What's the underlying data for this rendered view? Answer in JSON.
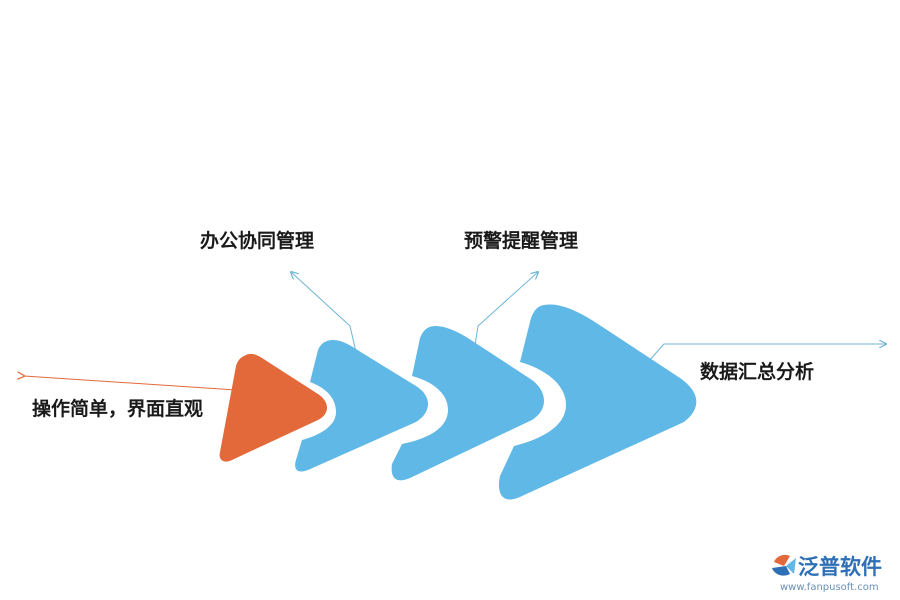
{
  "diagram": {
    "labels": {
      "orange": "操作简单，界面直观",
      "blue1": "办公协同管理",
      "blue2": "预警提醒管理",
      "blue3": "数据汇总分析"
    }
  },
  "logo": {
    "name": "泛普软件",
    "url": "www.fanpusoft.com"
  },
  "colors": {
    "orange": "#E4693A",
    "blue": "#5FB8E6",
    "orange_line": "#E4693A",
    "blue_line": "#6FB4D6",
    "logo_blue": "#2E6FB5"
  }
}
